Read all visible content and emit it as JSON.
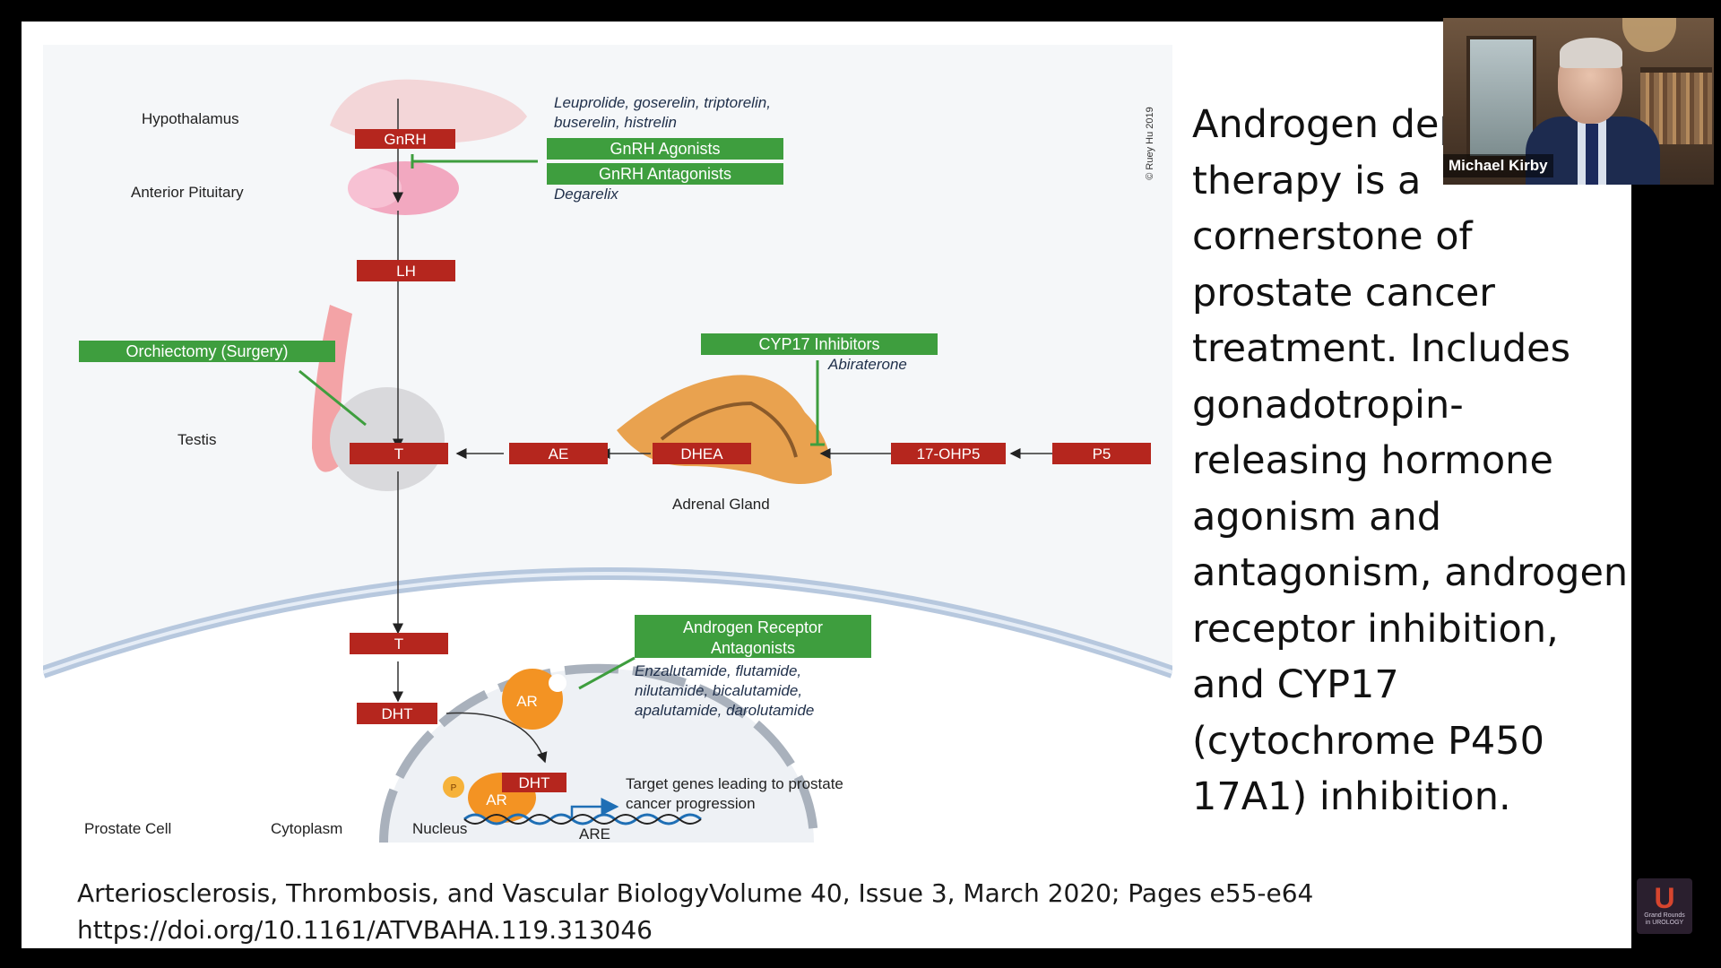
{
  "diagram": {
    "copyright": "© Ruey Hu 2019",
    "labels": {
      "hypothalamus": "Hypothalamus",
      "anterior_pituitary": "Anterior Pituitary",
      "testis": "Testis",
      "adrenal_gland": "Adrenal Gland",
      "prostate_cell": "Prostate Cell",
      "cytoplasm": "Cytoplasm",
      "nucleus": "Nucleus",
      "are": "ARE",
      "target_genes_line1": "Target genes leading to prostate",
      "target_genes_line2": "cancer progression"
    },
    "red_boxes": {
      "gnrh": "GnRH",
      "lh": "LH",
      "t_testis": "T",
      "ae": "AE",
      "dhea": "DHEA",
      "ohp5": "17-OHP5",
      "p5": "P5",
      "t_cell": "T",
      "dht": "DHT",
      "dht_nucleus": "DHT"
    },
    "green_boxes": {
      "gnrh_agonists": "GnRH Agonists",
      "gnrh_antagonists": "GnRH Antagonists",
      "orchiectomy": "Orchiectomy (Surgery)",
      "cyp17": "CYP17 Inhibitors",
      "ar_antagonists_line1": "Androgen Receptor",
      "ar_antagonists_line2": "Antagonists"
    },
    "drugs": {
      "agonists_line1": "Leuprolide, goserelin, triptorelin,",
      "agonists_line2": "buserelin,  histrelin",
      "antagonists": "Degarelix",
      "cyp17": "Abiraterone",
      "ar_line1": "Enzalutamide, flutamide,",
      "ar_line2": "nilutamide, bicalutamide,",
      "ar_line3": "apalutamide, darolutamide"
    },
    "circles": {
      "ar": "AR",
      "ar_nucleus": "AR",
      "p": "P"
    }
  },
  "summary_lines": [
    "Androgen deprivation",
    "therapy is a",
    "cornerstone of",
    "prostate cancer",
    "treatment. Includes",
    "gonadotropin-",
    "releasing hormone",
    "agonism and",
    "antagonism, androgen",
    "receptor inhibition,",
    "and CYP17",
    "(cytochrome P450",
    "17A1) inhibition."
  ],
  "citation": {
    "line1": "Arteriosclerosis, Thrombosis, and Vascular BiologyVolume 40, Issue 3, March 2020; Pages e55-e64",
    "line2": "https://doi.org/10.1161/ATVBAHA.119.313046"
  },
  "webcam": {
    "participant_name": "Michael Kirby"
  },
  "logo": {
    "letter": "U",
    "caption_line1": "Grand Rounds",
    "caption_line2": "in UROLOGY"
  },
  "colors": {
    "red_box": "#b5261e",
    "green_box": "#3e9e3e",
    "ar_orange": "#f39323",
    "membrane": "#b7c8de"
  }
}
